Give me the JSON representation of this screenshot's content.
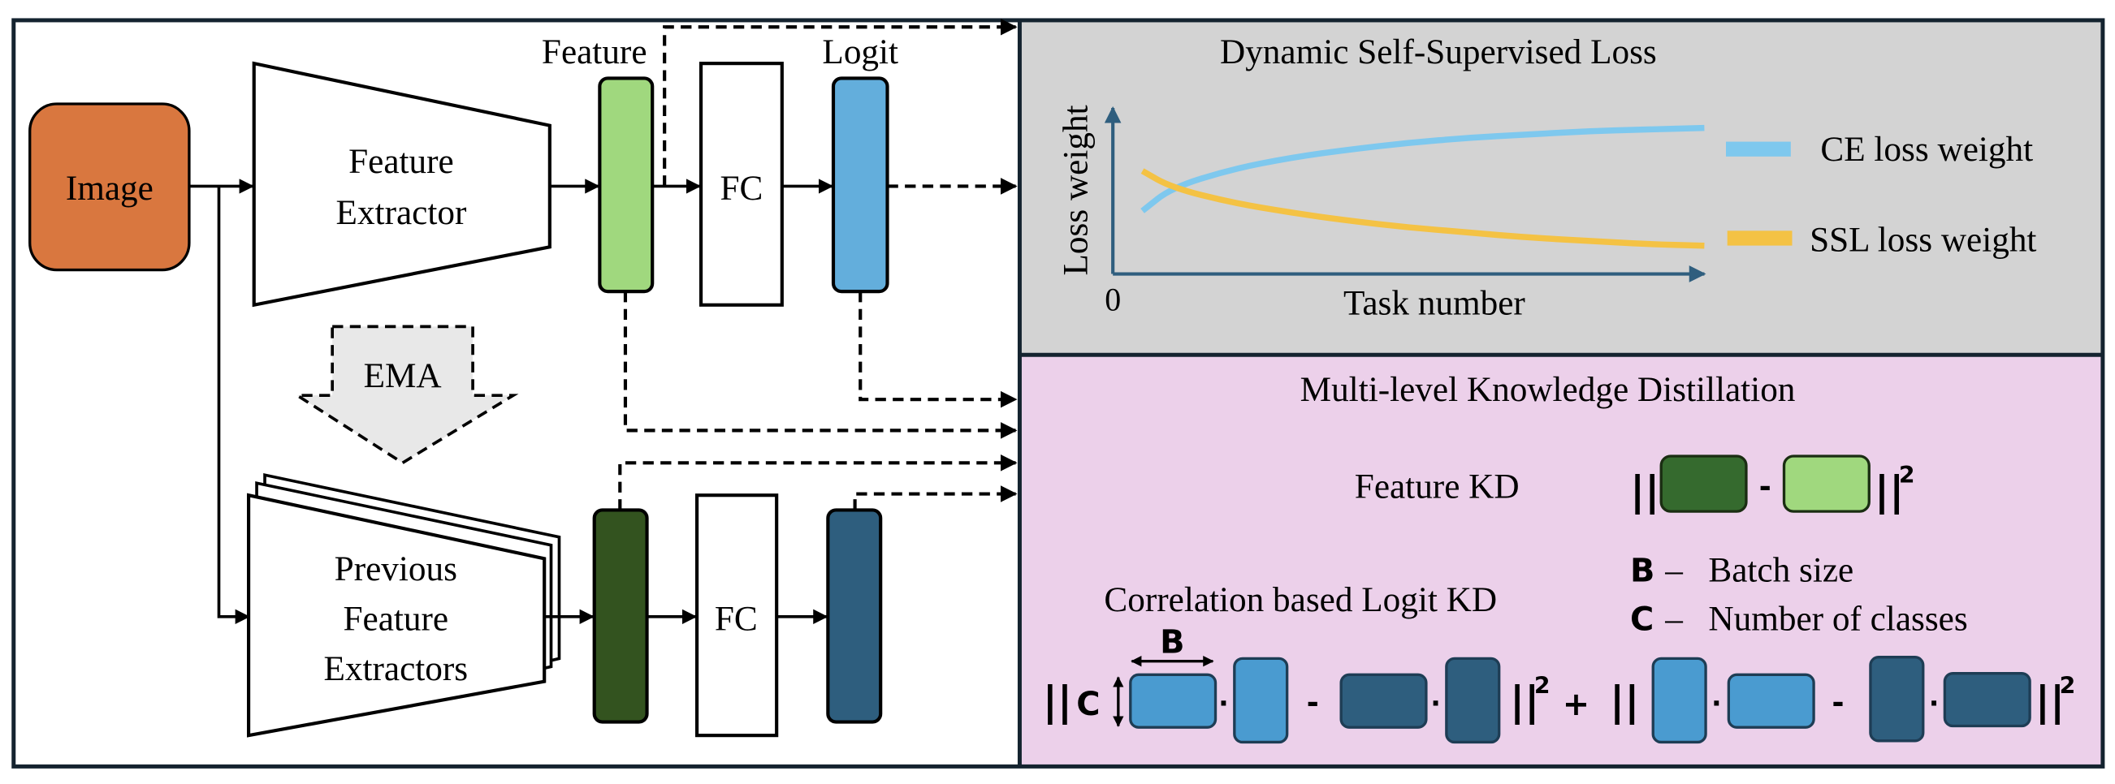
{
  "colors": {
    "frame": "#14232f",
    "image_box": "#D9773F",
    "feature_current": "#A0D87E",
    "feature_previous": "#33531F",
    "feature_kd_dark": "#356A2E",
    "logit_current": "#63AEDC",
    "logit_previous": "#2E5E7E",
    "logit_kd_light": "#4A9BD0",
    "ce_line": "#7EC8EE",
    "ssl_line": "#F4C244",
    "axis": "#2F5E7E",
    "panel_ssl_bg": "#D3D3D3",
    "panel_kd_bg": "#ECD0EA",
    "ema_fill": "#E8E8E8"
  },
  "pipeline": {
    "image_label": "Image",
    "feature_extractor_label": [
      "Feature",
      "Extractor"
    ],
    "feature_label": "Feature",
    "logit_label": "Logit",
    "fc_label": "FC",
    "ema_label": "EMA",
    "previous_extractor_label": [
      "Previous",
      "Feature",
      "Extractors"
    ],
    "fc_previous_label": "FC"
  },
  "ssl_panel": {
    "title": "Dynamic Self-Supervised Loss",
    "y_axis_label": "Loss weight",
    "x_axis_label": "Task number",
    "origin_label": "0",
    "legend": [
      {
        "label": "CE loss weight",
        "color_key": "ce_line"
      },
      {
        "label": "SSL loss weight",
        "color_key": "ssl_line"
      }
    ]
  },
  "chart_data": {
    "type": "line",
    "title": "Dynamic Self-Supervised Loss",
    "xlabel": "Task number",
    "ylabel": "Loss weight",
    "x_tick_labels": [
      "0"
    ],
    "x": [
      0.05,
      0.1,
      0.2,
      0.3,
      0.4,
      0.5,
      0.6,
      0.7,
      0.8,
      0.9,
      1.0
    ],
    "series": [
      {
        "name": "CE loss weight",
        "values": [
          0.38,
          0.52,
          0.63,
          0.7,
          0.75,
          0.79,
          0.82,
          0.84,
          0.86,
          0.87,
          0.88
        ]
      },
      {
        "name": "SSL loss weight",
        "values": [
          0.62,
          0.52,
          0.43,
          0.37,
          0.32,
          0.28,
          0.25,
          0.22,
          0.2,
          0.18,
          0.17
        ]
      }
    ],
    "xlim": [
      0,
      1
    ],
    "ylim": [
      0,
      1
    ],
    "grid": false,
    "legend_position": "right"
  },
  "kd_panel": {
    "title": "Multi-level Knowledge Distillation",
    "feature_kd_label": "Feature KD",
    "logit_kd_label": "Correlation based Logit KD",
    "norm_open": "||",
    "norm_close": "||",
    "squared": "2",
    "minus": "-",
    "plus": "+",
    "dot": "·",
    "batch_symbol": "B",
    "class_symbol": "C",
    "legend": [
      {
        "symbol": "B",
        "dash": "–",
        "text": "Batch size"
      },
      {
        "symbol": "C",
        "dash": "–",
        "text": "Number of classes"
      }
    ]
  }
}
